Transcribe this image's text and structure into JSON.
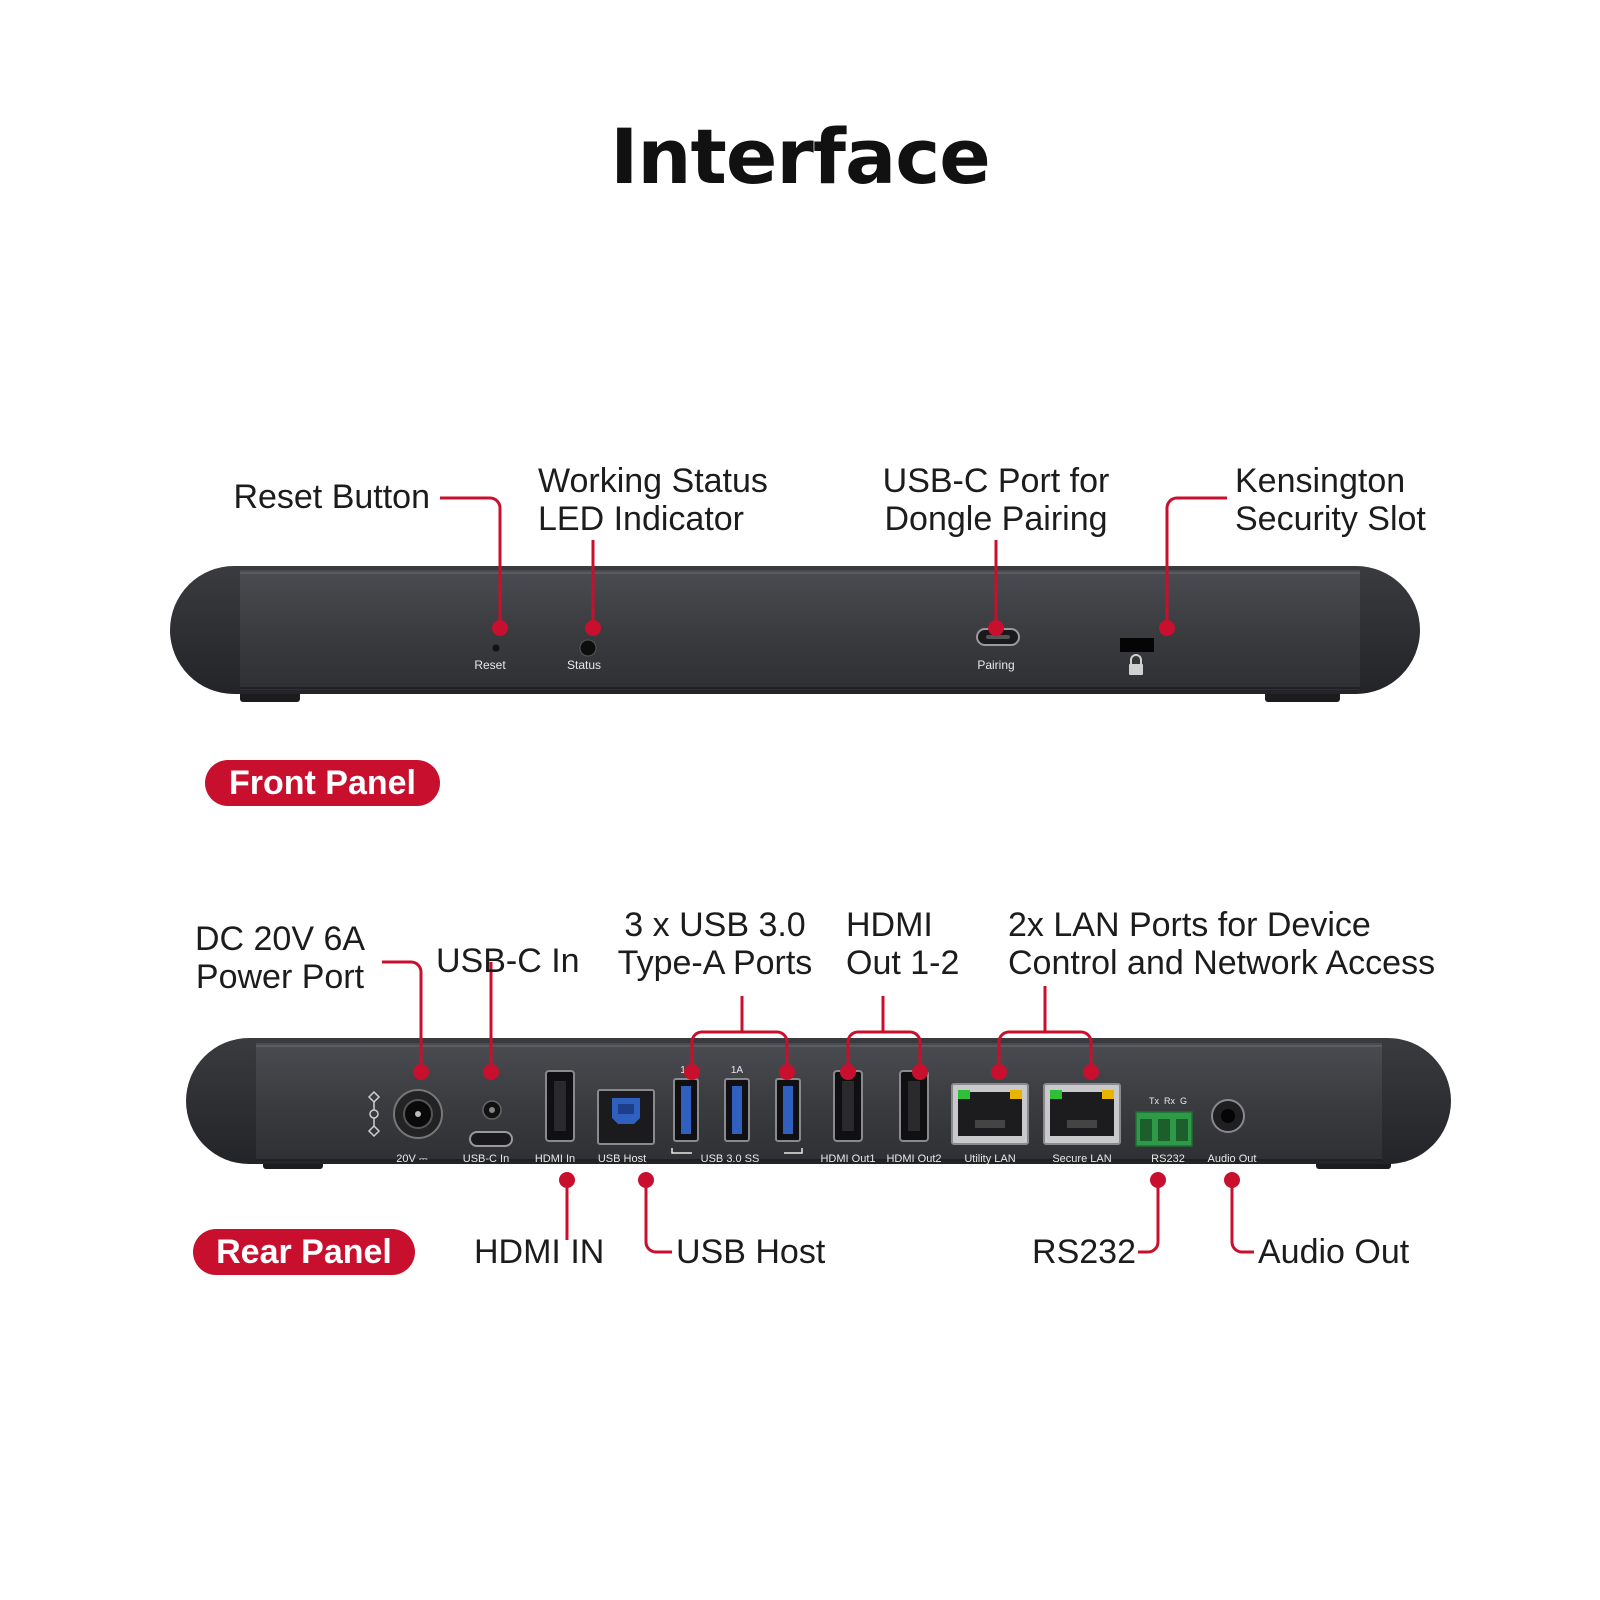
{
  "title": "Interface",
  "colors": {
    "accent": "#c8102e",
    "device_body": "#3b3d41",
    "device_end": "#2c2d30",
    "port_label": "#e8e8e8",
    "usb_blue": "#2f5fbf",
    "led_green": "#2fbf3a",
    "led_yellow": "#e8b400",
    "terminal_green": "#2e9a48"
  },
  "front_panel": {
    "badge": "Front Panel",
    "callouts": {
      "reset": [
        "Reset Button"
      ],
      "status": [
        "Working Status",
        "LED Indicator"
      ],
      "pairing": [
        "USB-C Port for",
        "Dongle Pairing"
      ],
      "kensington": [
        "Kensington",
        "Security Slot"
      ]
    },
    "port_labels": {
      "reset": "Reset",
      "status": "Status",
      "pairing": "Pairing"
    },
    "icons": {
      "kensington": "lock-icon"
    }
  },
  "rear_panel": {
    "badge": "Rear Panel",
    "callouts": {
      "power": [
        "DC 20V 6A",
        "Power Port"
      ],
      "usbc_in": [
        "USB-C In"
      ],
      "usb3": [
        "3 x USB 3.0",
        "Type-A Ports"
      ],
      "hdmi_out": [
        "HDMI",
        "Out 1-2"
      ],
      "lan": [
        "2x LAN Ports for Device",
        "Control and Network Access"
      ],
      "hdmi_in": [
        "HDMI IN"
      ],
      "usb_host": [
        "USB Host"
      ],
      "rs232": [
        "RS232"
      ],
      "audio_out": [
        "Audio Out"
      ]
    },
    "port_labels": {
      "power": "20V ⎓",
      "usbc_in": "USB-C In",
      "hdmi_in": "HDMI In",
      "usb_host": "USB Host",
      "usb3": "USB 3.0 SS",
      "usb3_current_1": "1",
      "usb3_current_2": "1A",
      "hdmi_out1": "HDMI Out1",
      "hdmi_out2": "HDMI Out2",
      "utility_lan": "Utility LAN",
      "secure_lan": "Secure LAN",
      "rs232": "RS232",
      "rs232_pins": "Tx  Rx  G",
      "audio_out": "Audio Out"
    },
    "icons": {
      "power_polarity": "polarity-icon",
      "usb_trident": "usb-icon"
    }
  }
}
